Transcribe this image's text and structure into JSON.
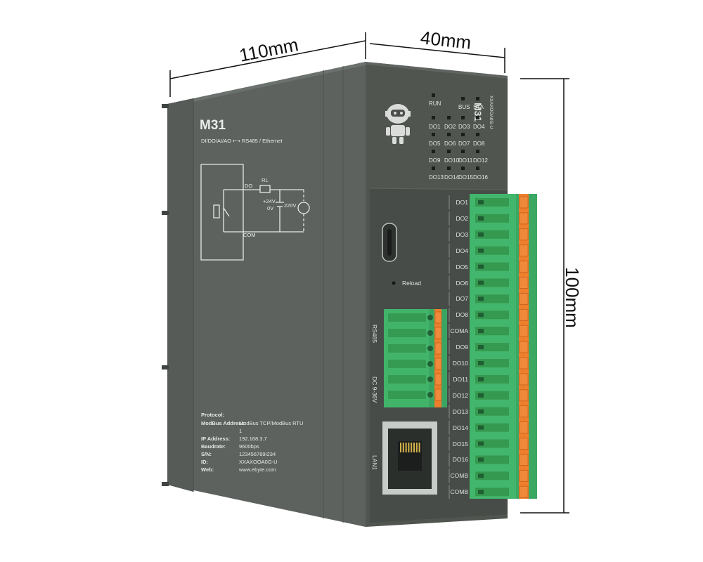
{
  "dimensions": {
    "width": "110mm",
    "depth": "40mm",
    "height": "100mm"
  },
  "device": {
    "model": "M31",
    "subtitle": "DI/DO/AI/AO",
    "interfaces": "RS485 / Ethernet",
    "part_number": "XXAXOOA0G-U",
    "colors": {
      "housing_side": "#5b605d",
      "housing_front": "#4f5451",
      "terminal_green": "#3fb56b",
      "terminal_orange": "#ea7c2c"
    }
  },
  "wiring_diagram": {
    "do": "DO",
    "rl": "RL",
    "plus24v": "+24V",
    "zero_v": "0V",
    "ac": "220V",
    "com": "COM"
  },
  "spec_table": [
    {
      "key": "Protocol:",
      "value": ""
    },
    {
      "key": "ModBus Address:",
      "value": "ModBus TCP/ModBus RTU"
    },
    {
      "key": "",
      "value": "1"
    },
    {
      "key": "IP Address:",
      "value": "192.168.3.7"
    },
    {
      "key": "Baudrate:",
      "value": "9600bps"
    },
    {
      "key": "S/N:",
      "value": "123456789I234"
    },
    {
      "key": "ID:",
      "value": "XXAXOOA0G-U"
    },
    {
      "key": "Web:",
      "value": "www.ebyte.com"
    }
  ],
  "indicators": {
    "run": "RUN",
    "bus": "BUS",
    "sta": "STA",
    "do_leds": [
      "DO1",
      "DO2",
      "DO3",
      "DO4",
      "DO5",
      "DO6",
      "DO7",
      "DO8",
      "DO9",
      "DO10",
      "DO11",
      "DO12",
      "DO13",
      "DO14",
      "DO15",
      "DO16"
    ]
  },
  "front_labels": {
    "reload": "Reload",
    "rs485": "RS485",
    "dc": "DC 9-36V",
    "lan": "LAN1"
  },
  "terminals": [
    "DO1",
    "DO2",
    "DO3",
    "DO4",
    "DO5",
    "DO6",
    "DO7",
    "DO8",
    "COMA",
    "DO9",
    "DO10",
    "DO11",
    "DO12",
    "DO13",
    "DO14",
    "DO15",
    "DO16",
    "COMB",
    "COMB"
  ]
}
